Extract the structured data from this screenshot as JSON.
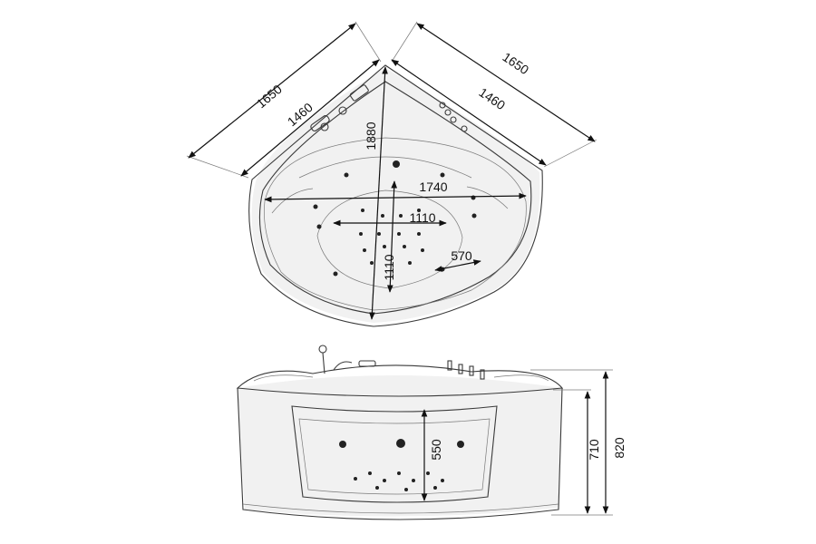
{
  "diagram": {
    "top_view": {
      "outer_side_left": "1650",
      "outer_side_right": "1650",
      "inner_side_left": "1460",
      "inner_side_right": "1460",
      "diagonal": "1880",
      "bowl_width": "1740",
      "seat_width": "1110",
      "seat_depth": "1110",
      "pillow": "570"
    },
    "side_view": {
      "window_height": "550",
      "rim_height": "710",
      "total_height": "820"
    }
  }
}
